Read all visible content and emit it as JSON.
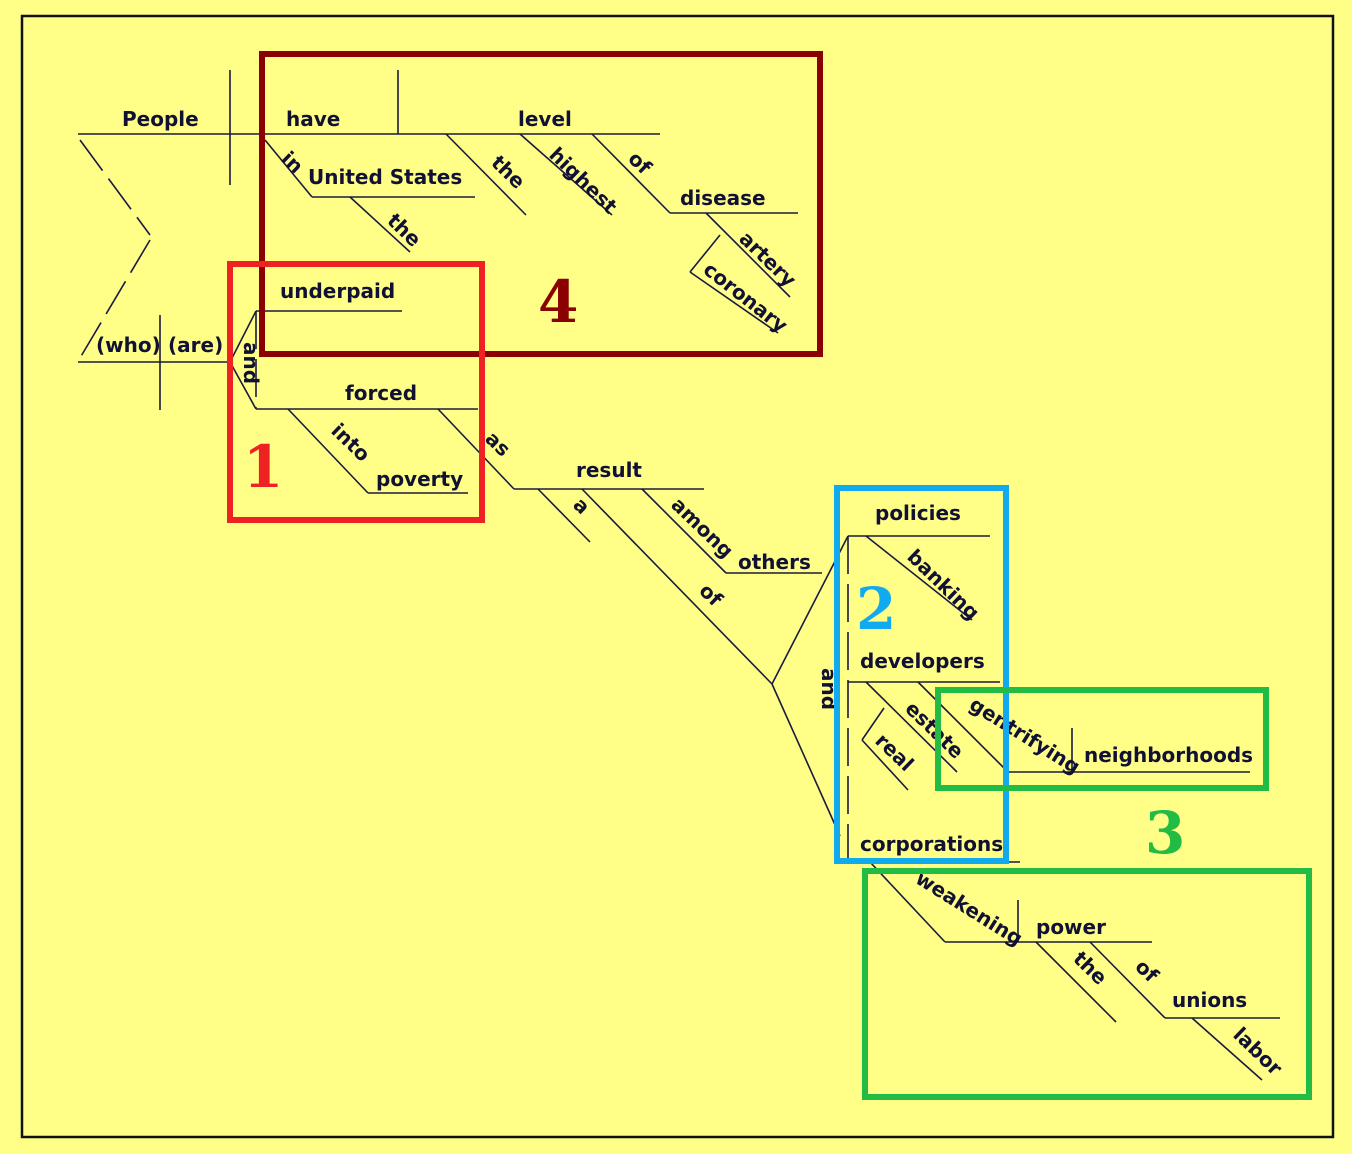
{
  "words": {
    "people": "People",
    "have": "have",
    "level": "level",
    "in": "in",
    "united_states": "United States",
    "the_us": "the",
    "the_level": "the",
    "highest": "highest",
    "of_level": "of",
    "disease": "disease",
    "artery": "artery",
    "coronary": "coronary",
    "underpaid": "underpaid",
    "who": "(who)",
    "are": "(are)",
    "and_pred": "and",
    "forced": "forced",
    "into": "into",
    "poverty": "poverty",
    "as": "as",
    "result": "result",
    "a": "a",
    "among": "among",
    "others": "others",
    "of_result": "of",
    "and_obj": "and",
    "policies": "policies",
    "banking": "banking",
    "developers": "developers",
    "estate": "estate",
    "real": "real",
    "gentrifying": "gentrifying",
    "neighborhoods": "neighborhoods",
    "corporations": "corporations",
    "weakening": "weakening",
    "power": "power",
    "the_power": "the",
    "of_power": "of",
    "unions": "unions",
    "labor": "labor"
  },
  "boxes": [
    {
      "label": "4",
      "color": "#8b0000"
    },
    {
      "label": "1",
      "color": "#ee2222"
    },
    {
      "label": "2",
      "color": "#11aaee"
    },
    {
      "label": "3",
      "color": "#22bb44"
    },
    {
      "label": "",
      "color": "#22bb44"
    }
  ]
}
